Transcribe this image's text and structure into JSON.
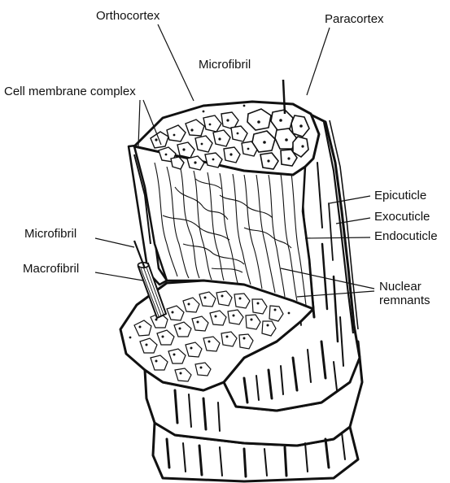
{
  "labels": {
    "orthocortex": "Orthocortex",
    "paracortex": "Paracortex",
    "microfibril_top": "Microfibril",
    "cell_membrane_complex": "Cell membrane complex",
    "epicuticle": "Epicuticle",
    "exocuticle": "Exocuticle",
    "endocuticle": "Endocuticle",
    "microfibril_left": "Microfibril",
    "macrofibril": "Macrofibril",
    "nuclear": "Nuclear",
    "remnants": "remnants"
  },
  "colors": {
    "ink": "#111111",
    "paper": "#ffffff"
  }
}
